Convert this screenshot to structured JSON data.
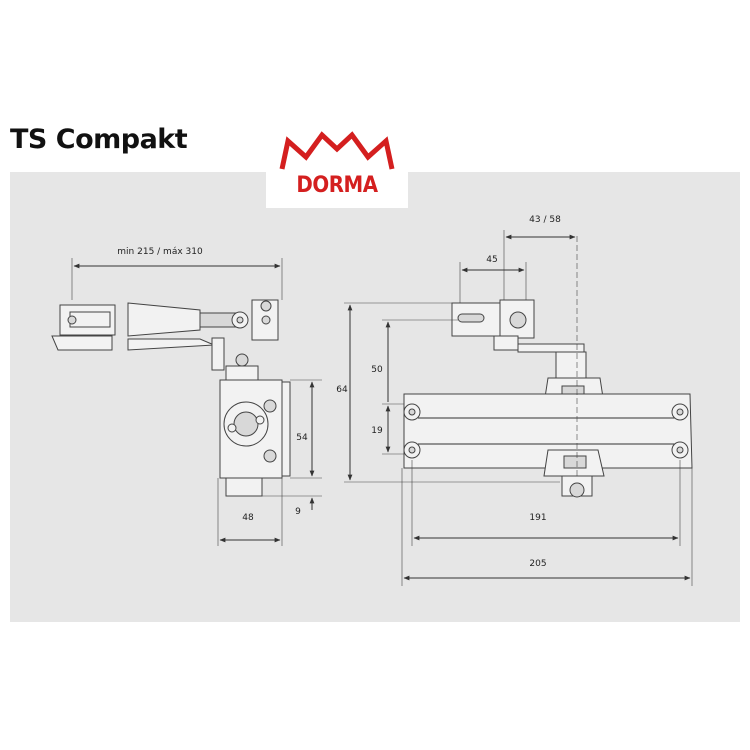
{
  "title": "TS Compakt",
  "logo": {
    "text": "DORMA",
    "color": "#d41f1f"
  },
  "panel_color": "#e6e6e6",
  "dimensions": {
    "arm_length": "min 215 / máx 310",
    "side_width": "48",
    "side_height": "54",
    "side_offset": "9",
    "arm_offset_1": "45",
    "arm_offset_2": "43 / 58",
    "height_total": "64",
    "height_upper": "50",
    "height_lower": "19",
    "body_length_inner": "191",
    "body_length": "205"
  }
}
